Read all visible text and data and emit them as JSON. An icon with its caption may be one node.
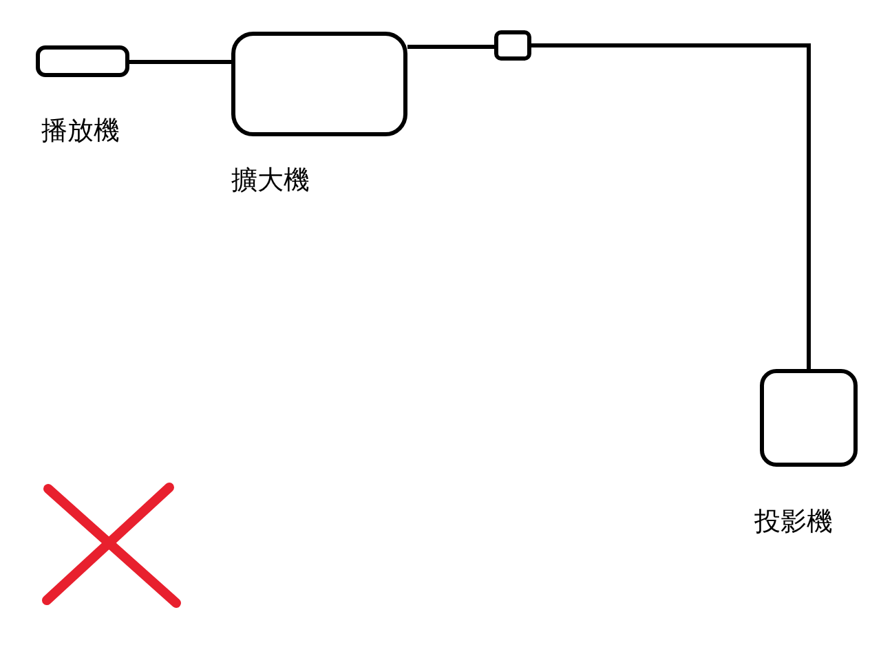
{
  "diagram": {
    "nodes": [
      {
        "text": [
          "播放機"
        ]
      },
      {
        "text": [
          "擴大機"
        ]
      },
      {
        "text": [],
        "shape": "box"
      },
      {
        "text": [
          "投影機"
        ]
      }
    ],
    "edges": [
      {
        "from": 0,
        "to": 1,
        "arrow": "none"
      },
      {
        "from": 1,
        "to": 2,
        "arrow": "none"
      },
      {
        "from": 2,
        "to": 3,
        "arrow": "none"
      }
    ]
  }
}
